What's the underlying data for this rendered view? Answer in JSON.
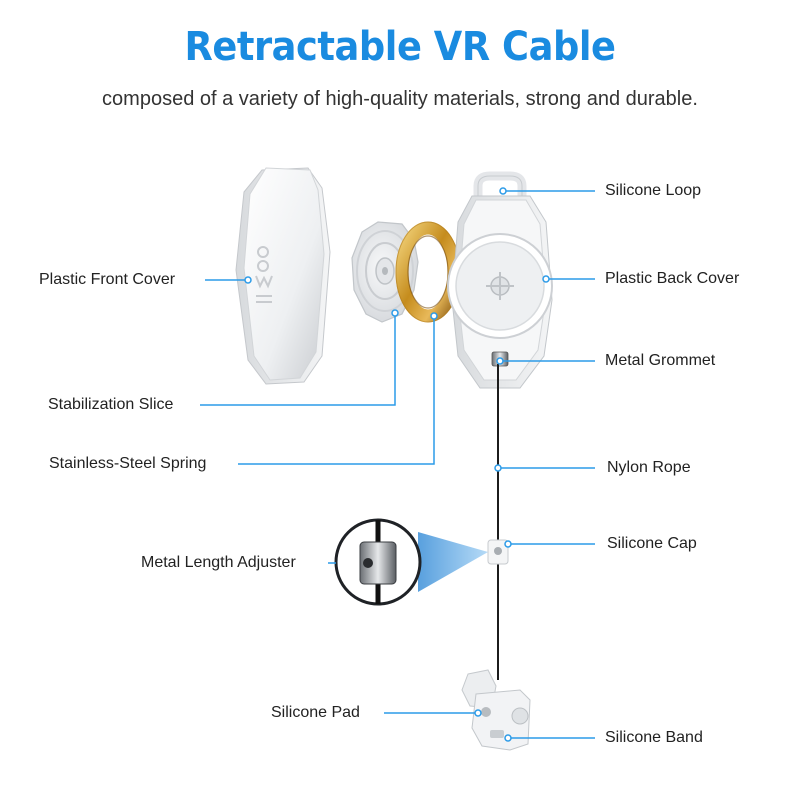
{
  "header": {
    "title": "Retractable VR Cable",
    "subtitle": "composed of a variety of high-quality materials, strong and durable."
  },
  "labels": {
    "plastic_front_cover": "Plastic Front Cover",
    "stabilization_slice": "Stabilization Slice",
    "stainless_steel_spring": "Stainless-Steel Spring",
    "metal_length_adjuster": "Metal Length Adjuster",
    "silicone_pad": "Silicone Pad",
    "silicone_loop": "Silicone Loop",
    "plastic_back_cover": "Plastic Back Cover",
    "metal_grommet": "Metal Grommet",
    "nylon_rope": "Nylon Rope",
    "silicone_cap": "Silicone Cap",
    "silicone_band": "Silicone Band"
  },
  "colors": {
    "title": "#1a8be0",
    "leader_line": "#2c9be8",
    "spring": "#c9962e"
  }
}
